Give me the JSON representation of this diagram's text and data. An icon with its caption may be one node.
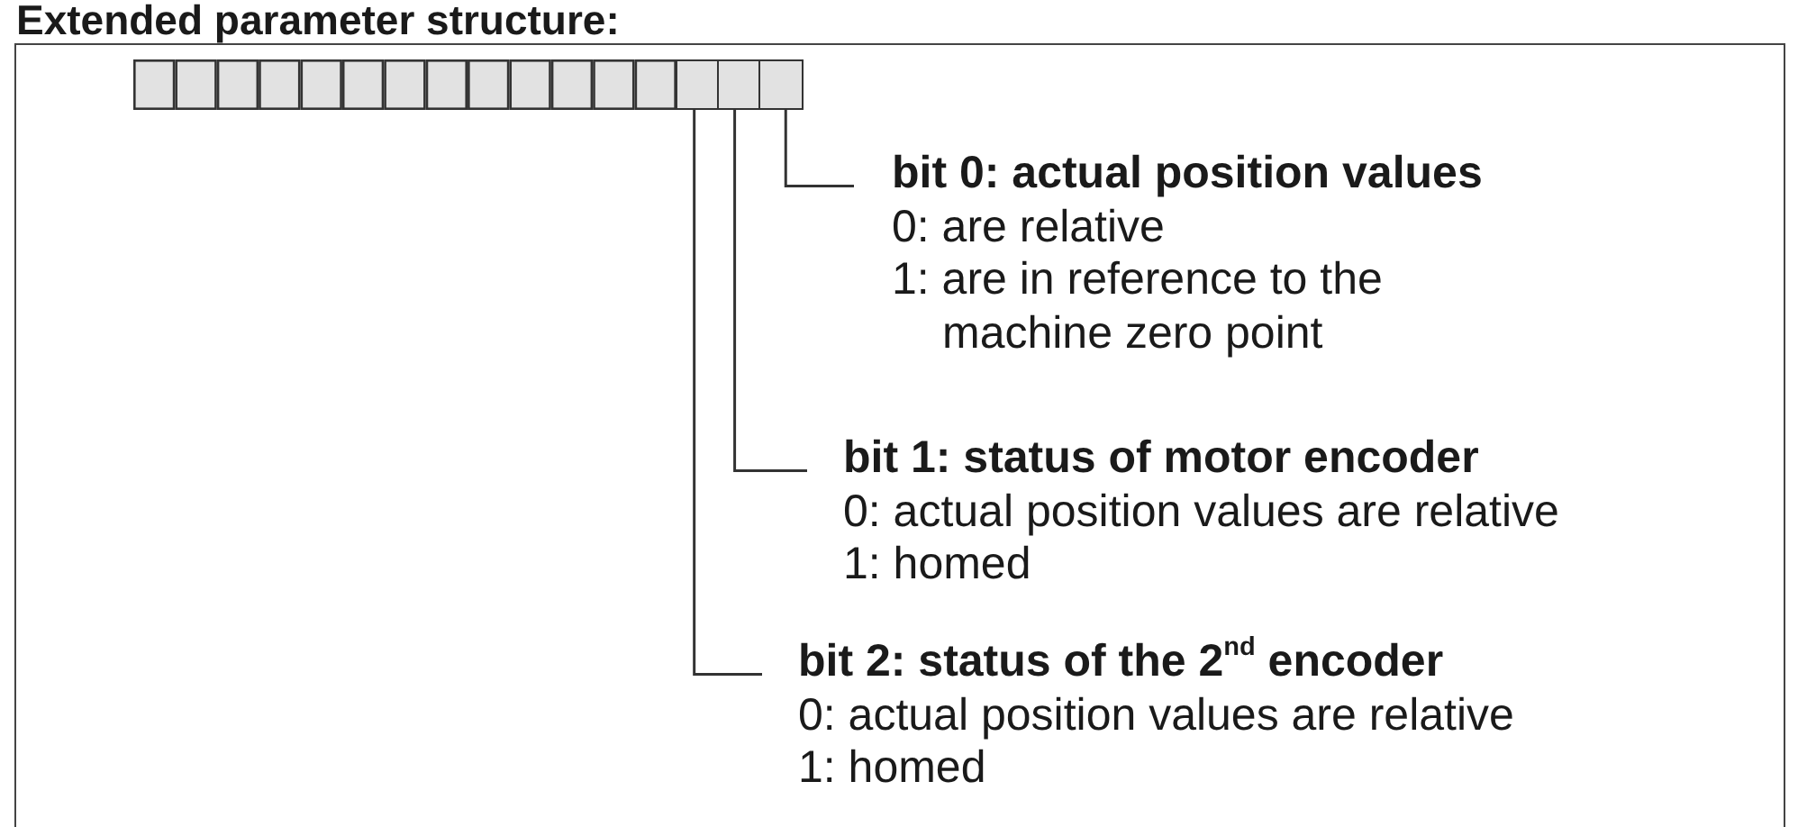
{
  "diagram": {
    "title": "Extended parameter structure:",
    "nodes": [
      {
        "text": [],
        "shape": "box"
      },
      {
        "text": [],
        "shape": "box"
      },
      {
        "text": [],
        "shape": "box"
      },
      {
        "text": [
          "bit 0: actual position values",
          "0: are relative",
          "1: are in reference to the machine zero point"
        ]
      },
      {
        "text": [
          "bit 1: status of motor encoder",
          "0: actual position values are relative",
          "1: homed"
        ]
      },
      {
        "text": [
          "bit 2: status of the 2$^{nd}$ encoder",
          "0: actual position values are relative",
          "1: homed"
        ]
      }
    ],
    "edges": [
      {
        "from": 3,
        "to": 2,
        "arrow": "none"
      },
      {
        "from": 4,
        "to": 1,
        "arrow": "none"
      },
      {
        "from": 5,
        "to": 0,
        "arrow": "none"
      }
    ]
  }
}
